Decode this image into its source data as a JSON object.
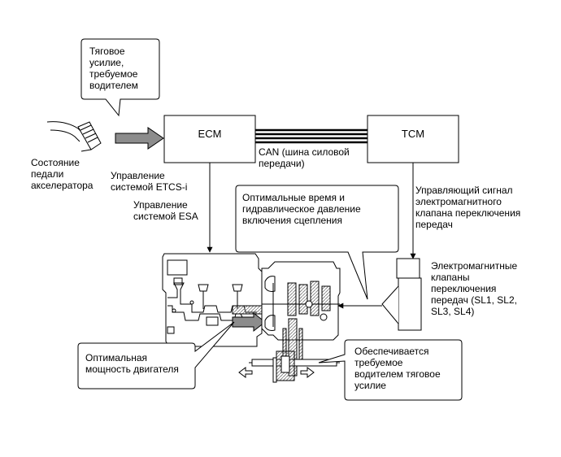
{
  "callouts": {
    "driver_force": "Тяговое\nусилие,\nтребуемое\nводителем",
    "optimal_timing": "Оптимальные время и\nгидравлическое давление\nвключения сцепления",
    "engine_power": "Оптимальная\nмощность двигателя",
    "traction_provided": "Обеспечивается\nтребуемое\nводителем тяговое\nусилие"
  },
  "boxes": {
    "ecm": "ECM",
    "tcm": "TCM"
  },
  "labels": {
    "can_bus": "CAN (шина силовой\nпередачи)",
    "pedal_state": "Состояние\nпедали\nакселератора",
    "etcs_control": "Управление\nсистемой ETCS-i",
    "esa_control": "Управление\nсистемой ESA",
    "solenoid_signal": "Управляющий сигнал\nэлектромагнитного\nклапана переключения\nпередач",
    "solenoid_valves": "Электромагнитные\nклапаны\nпереключения\nпередач (SL1, SL2,\nSL3, SL4)"
  },
  "colors": {
    "line": "#000000",
    "arrow_fill": "#8c8c8c",
    "hatch": "#bdbdbd"
  }
}
